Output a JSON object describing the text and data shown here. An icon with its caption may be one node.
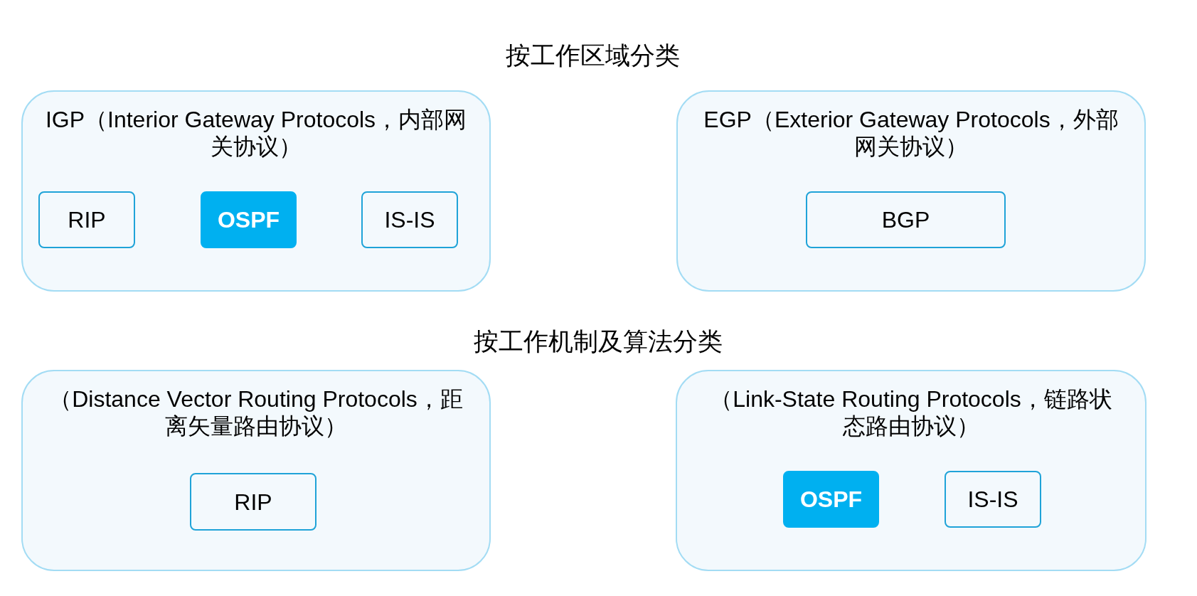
{
  "diagram": {
    "nodes": [
      {
        "text": [
          "IGP（Interior Gateway Protocols，内部网关协议）"
        ]
      },
      {
        "text": [
          "RIP"
        ],
        "in": 0
      },
      {
        "text": [
          "OSPF"
        ],
        "in": 0
      },
      {
        "text": [
          "IS-IS"
        ],
        "in": 0
      },
      {
        "text": [
          "EGP（Exterior Gateway Protocols，外部网关协议）"
        ]
      },
      {
        "text": [
          "BGP"
        ],
        "in": 4
      },
      {
        "text": [
          "（Distance Vector Routing Protocols，距离矢量路由协议）"
        ]
      },
      {
        "text": [
          "RIP"
        ],
        "in": 6
      },
      {
        "text": [
          "（Link-State Routing Protocols，链路状态路由协议）"
        ]
      },
      {
        "text": [
          "OSPF"
        ],
        "in": 8
      },
      {
        "text": [
          "IS-IS"
        ],
        "in": 8
      }
    ],
    "labels": [
      "按工作区域分类",
      "按工作机制及算法分类"
    ]
  }
}
